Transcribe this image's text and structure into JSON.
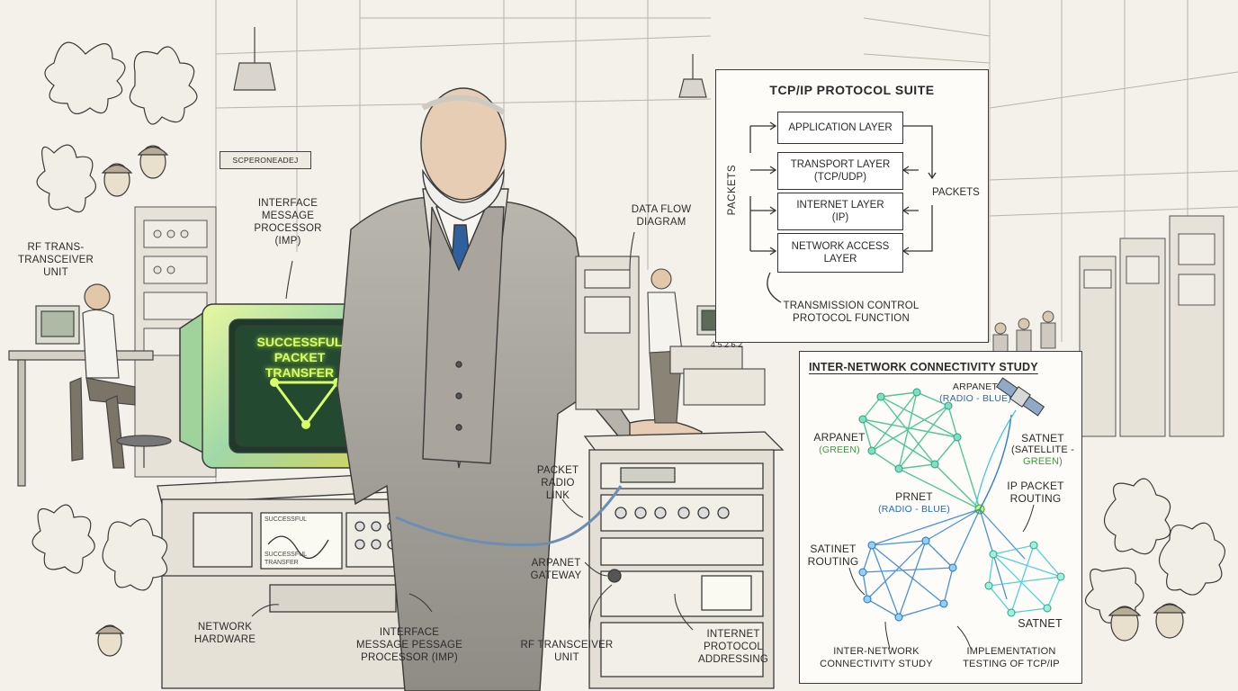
{
  "scene": {
    "sign_text": "SCPERONEADEJ",
    "screen": {
      "line1": "SUCCESSFUL",
      "line2": "PACKET TRANSFER"
    },
    "scope_text": {
      "top": "SUCCESSFUL",
      "bottom": "SUCCESSFUL TRANSFER"
    },
    "panel_display": "4 5 2 6 2"
  },
  "labels": {
    "rf_trans_unit": [
      "RF TRANS-",
      "TRANSCEIVER",
      "UNIT"
    ],
    "imp_top": [
      "INTERFACE",
      "MESSAGE",
      "PROCESSOR",
      "(IMP)"
    ],
    "data_flow": [
      "DATA FLOW",
      "DIAGRAM"
    ],
    "packet_radio_link": [
      "PACKET",
      "RADIO",
      "LINK"
    ],
    "arpanet_gateway": [
      "ARPANET",
      "GATEWAY"
    ],
    "network_hardware": [
      "NETWORK",
      "HARDWARE"
    ],
    "imp_bottom": [
      "INTERFACE",
      "MESSAGE PESSAGE",
      "PROCESSOR (IMP)"
    ],
    "rf_transceiver_unit": [
      "RF TRANSCEIVER",
      "UNIT"
    ],
    "internet_protocol": [
      "INTERNET",
      "PROTOCOL",
      "ADDRESSING"
    ]
  },
  "tcpip": {
    "title": "TCP/IP PROTOCOL SUITE",
    "layers": [
      [
        "APPLICATION LAYER"
      ],
      [
        "TRANSPORT LAYER",
        "(TCP/UDP)"
      ],
      [
        "INTERNET LAYER",
        "(IP)"
      ],
      [
        "NETWORK ACCESS",
        "LAYER"
      ]
    ],
    "packets_left": "PACKETS",
    "packets_right": "PACKETS",
    "function": [
      "TRANSMISSION CONTROL",
      "PROTOCOL FUNCTION"
    ]
  },
  "study": {
    "title": "INTER-NETWORK CONNECTIVITY STUDY",
    "arpanet_top": [
      "ARPANET",
      "(RADIO - BLUE)"
    ],
    "arpanet": [
      "ARPANET",
      "(GREEN)"
    ],
    "satnet_right": [
      "SATNET",
      "(SATELLITE -",
      "GREEN)"
    ],
    "prnet": [
      "PRNET",
      "(RADIO - BLUE)"
    ],
    "ip_routing": [
      "IP PACKET",
      "ROUTING"
    ],
    "satnet_routing": [
      "SATINET",
      "ROUTING"
    ],
    "satnet_bottom": "SATNET",
    "connectivity": [
      "INTER-NETWORK",
      "CONNECTIVITY STUDY"
    ],
    "implementation": [
      "IMPLEMENTATION",
      "TESTING OF TCP/IP"
    ]
  },
  "colors": {
    "paper": "#f4f1ea",
    "ink": "#2b2b2b",
    "screen_glow": "#c8ff3a",
    "network_green": "#3fc28a",
    "network_blue": "#2a7fd6",
    "network_cyan": "#36c8d8"
  },
  "icons": [
    "oak-leaf-icon",
    "acorn-icon",
    "satellite-icon",
    "ceiling-lamp-icon"
  ]
}
